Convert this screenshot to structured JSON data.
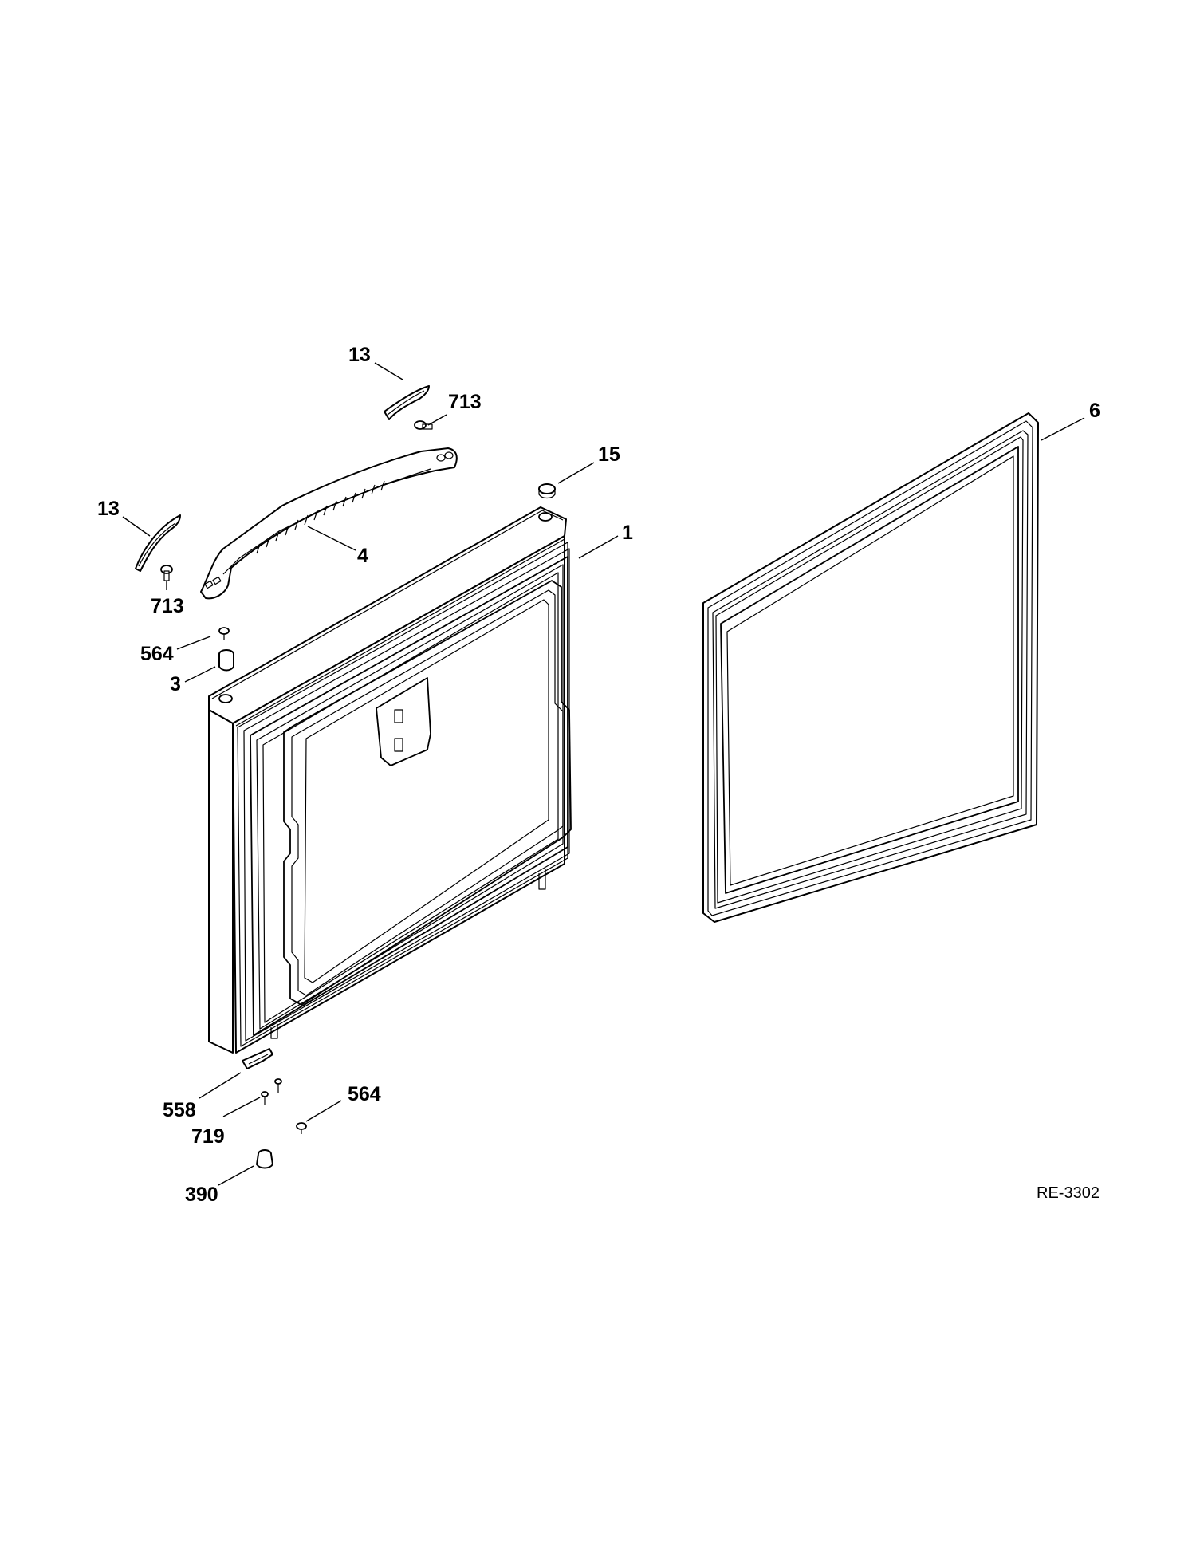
{
  "diagram": {
    "reference_code": "RE-3302",
    "callouts": [
      {
        "id": "c13-top",
        "label": "13"
      },
      {
        "id": "c713-top",
        "label": "713"
      },
      {
        "id": "c15",
        "label": "15"
      },
      {
        "id": "c6",
        "label": "6"
      },
      {
        "id": "c13-left",
        "label": "13"
      },
      {
        "id": "c4",
        "label": "4"
      },
      {
        "id": "c1",
        "label": "1"
      },
      {
        "id": "c713-left",
        "label": "713"
      },
      {
        "id": "c564-top",
        "label": "564"
      },
      {
        "id": "c3",
        "label": "3"
      },
      {
        "id": "c558",
        "label": "558"
      },
      {
        "id": "c719",
        "label": "719"
      },
      {
        "id": "c564-bottom",
        "label": "564"
      },
      {
        "id": "c390",
        "label": "390"
      }
    ]
  }
}
